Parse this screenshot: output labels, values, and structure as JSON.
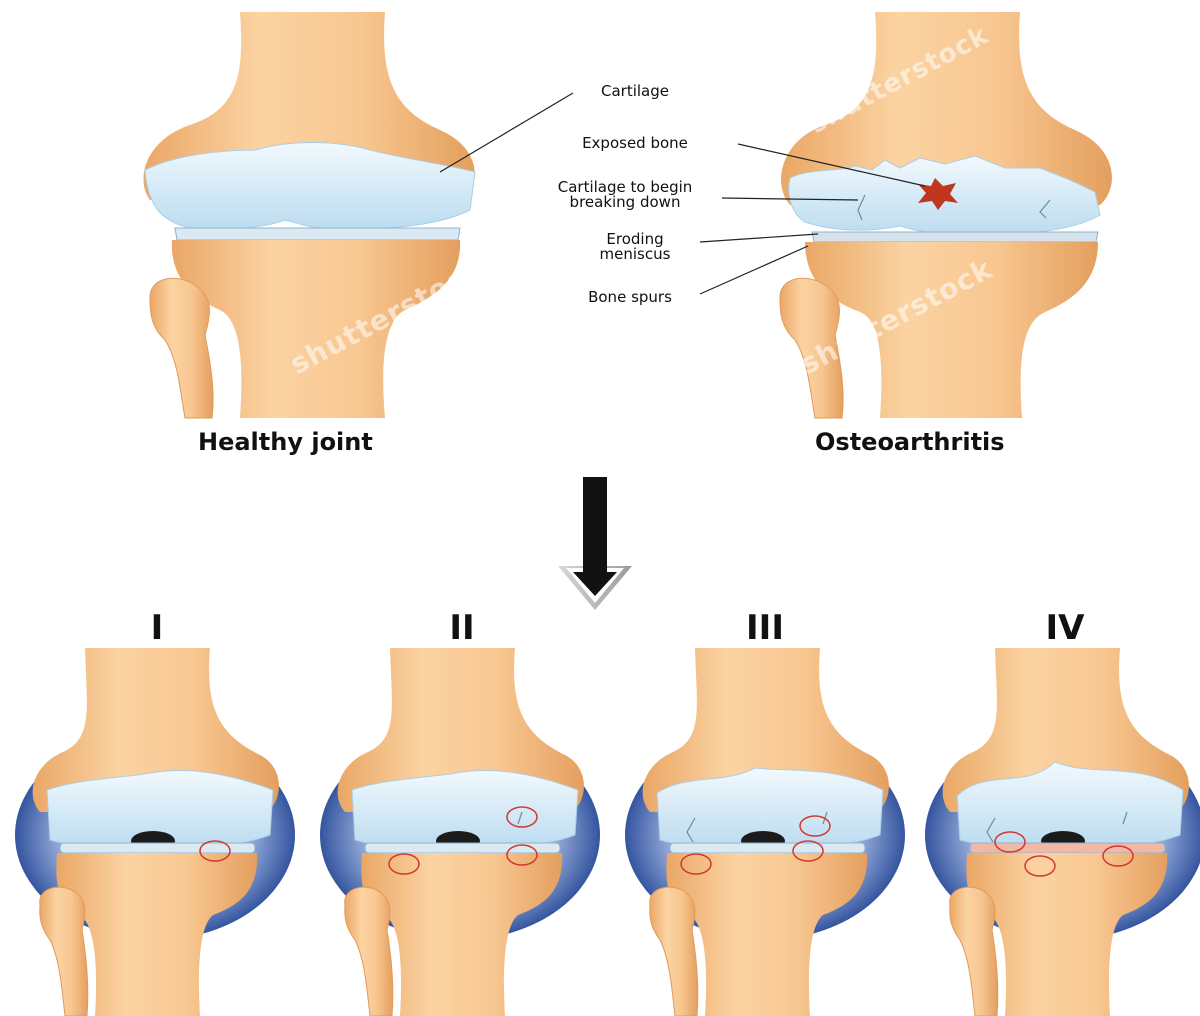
{
  "top": {
    "left_caption": "Healthy joint",
    "right_caption": "Osteoarthritis",
    "labels": [
      {
        "key": "cartilage",
        "lines": [
          "Cartilage"
        ]
      },
      {
        "key": "exposed_bone",
        "lines": [
          "Exposed bone"
        ]
      },
      {
        "key": "cartilage_breaking",
        "lines": [
          "Cartilage to begin",
          "breaking down"
        ]
      },
      {
        "key": "eroding_meniscus",
        "lines": [
          "Eroding",
          "meniscus"
        ]
      },
      {
        "key": "bone_spurs",
        "lines": [
          "Bone spurs"
        ]
      }
    ]
  },
  "stages": [
    {
      "numeral": "I"
    },
    {
      "numeral": "II"
    },
    {
      "numeral": "III"
    },
    {
      "numeral": "IV"
    }
  ],
  "watermark": "shutterstock",
  "colors": {
    "bone": "#f6c38a",
    "bone_shadow": "#e8a765",
    "cartilage": "#d8ebf7",
    "cartilage_edge": "#a9cfe8",
    "capsule": "#3d5ea8",
    "exposed_bone": "#c0361f",
    "marker": "#d1372f",
    "arrow": "#111111"
  }
}
